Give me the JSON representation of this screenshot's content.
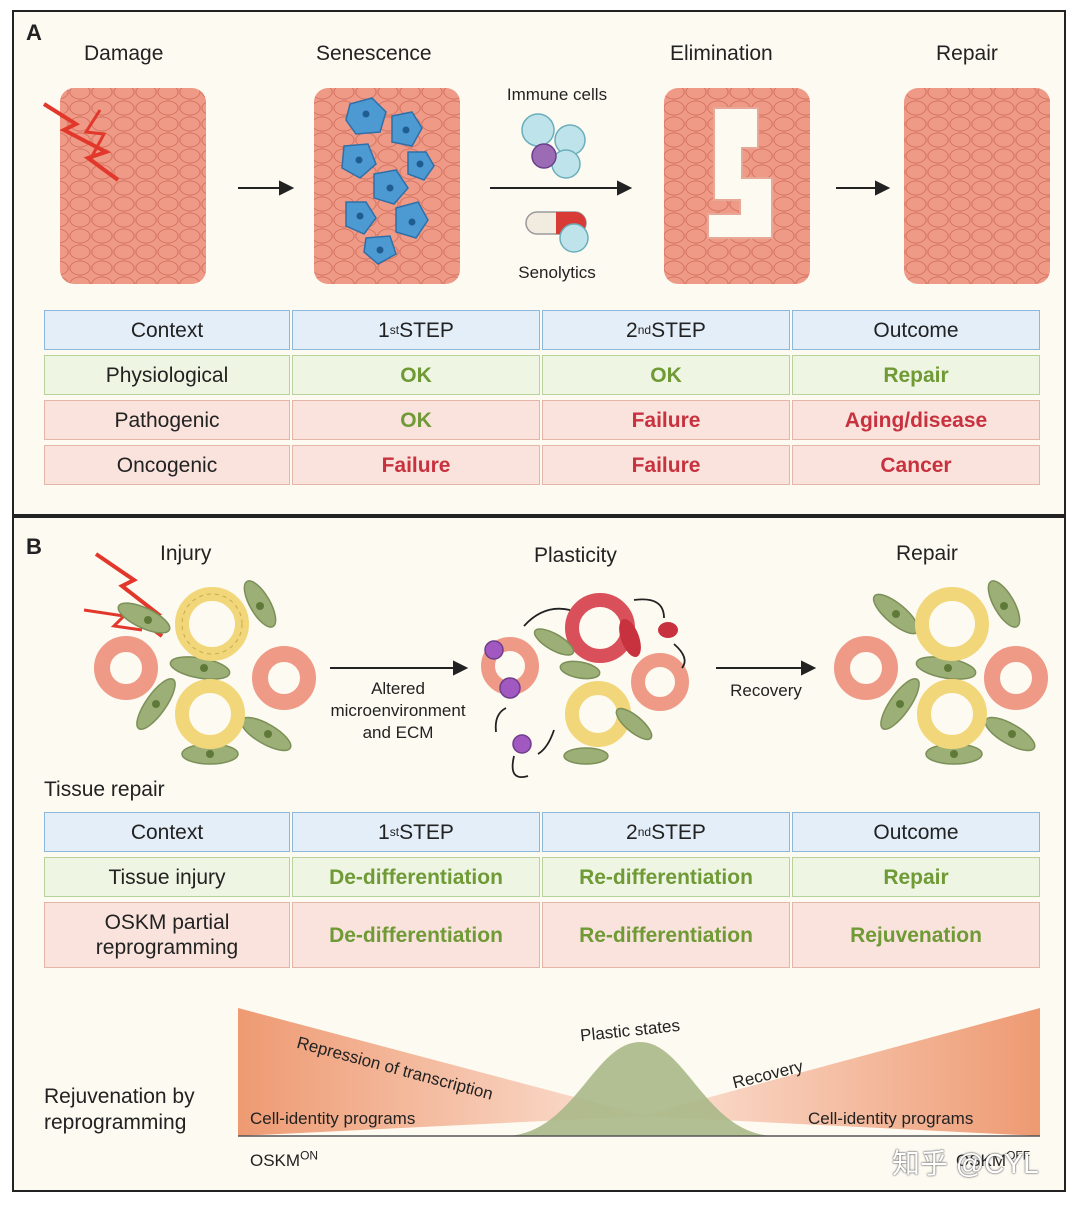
{
  "panel_a": {
    "letter": "A",
    "stages": [
      "Damage",
      "Senescence",
      "Elimination",
      "Repair"
    ],
    "immune_label": "Immune cells",
    "senolytics_label": "Senolytics",
    "table": {
      "headers": [
        "Context",
        "1",
        "st",
        " STEP",
        "2",
        "nd",
        " STEP",
        "Outcome"
      ],
      "rows": [
        [
          "Physiological",
          "OK",
          "OK",
          "Repair"
        ],
        [
          "Pathogenic",
          "OK",
          "Failure",
          "Aging/disease"
        ],
        [
          "Oncogenic",
          "Failure",
          "Failure",
          "Cancer"
        ]
      ]
    }
  },
  "panel_b": {
    "letter": "B",
    "stages": [
      "Injury",
      "Plasticity",
      "Repair"
    ],
    "arrow_label_1": [
      "Altered",
      "microenvironment",
      "and ECM"
    ],
    "arrow_label_2": "Recovery",
    "tissue_repair": "Tissue repair",
    "table": {
      "headers": [
        "Context",
        "1",
        "st",
        " STEP",
        "2",
        "nd",
        " STEP",
        "Outcome"
      ],
      "rows": [
        [
          "Tissue injury",
          "De-differentiation",
          "Re-differentiation",
          "Repair"
        ],
        [
          "OSKM partial",
          "reprogramming",
          "De-differentiation",
          "Re-differentiation",
          "Rejuvenation"
        ]
      ]
    },
    "rejuvenation_label": [
      "Rejuvenation by",
      "reprogramming"
    ],
    "graph": {
      "repression": "Repression of transcription",
      "plastic": "Plastic states",
      "recovery": "Recovery",
      "cell_identity_left": "Cell-identity programs",
      "cell_identity_right": "Cell-identity programs",
      "oskm_on": "OSKM",
      "oskm_on_sup": "ON",
      "oskm_off": "OSKM",
      "oskm_off_sup": "OFF"
    }
  },
  "watermark": "知乎 @CYL",
  "colors": {
    "tissue_cell": "#ef9a87",
    "senescent_cell": "#4d9ad3",
    "fibroblast": "#9caf76",
    "gland": "#f2d77a",
    "green_text": "#6f9a35",
    "red_text": "#c8323f"
  }
}
